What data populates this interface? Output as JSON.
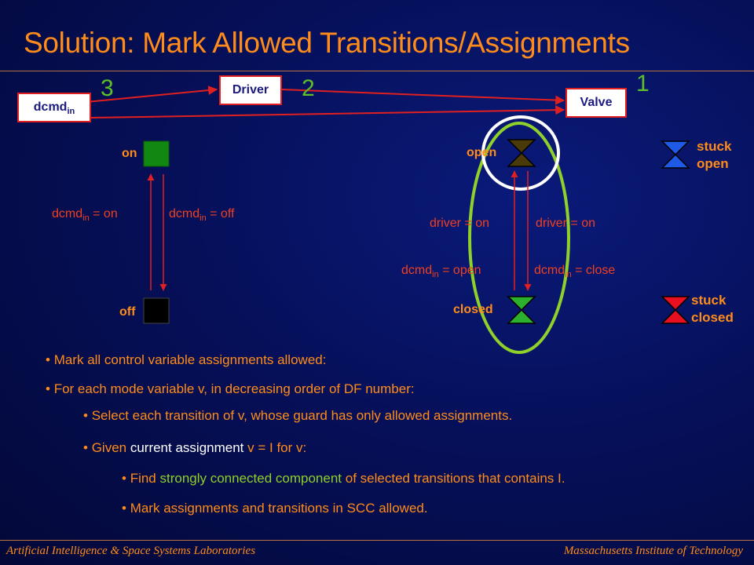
{
  "title": "Solution: Mark Allowed Transitions/Assignments",
  "architecture": {
    "dcmd": {
      "main": "dcmd",
      "sub": "in"
    },
    "driver": "Driver",
    "valve": "Valve",
    "num3": "3",
    "num2": "2",
    "num1": "1"
  },
  "driver_fsm": {
    "on": "on",
    "off": "off",
    "left_guard": {
      "pre": "dcmd",
      "sub": "in",
      "post": " = on"
    },
    "right_guard": {
      "pre": "dcmd",
      "sub": "in",
      "post": " = off"
    }
  },
  "valve_fsm": {
    "open": "open",
    "closed": "closed",
    "driver_left": "driver = on",
    "driver_right": "driver = on",
    "dcmd_left": {
      "pre": "dcmd",
      "sub": "in",
      "post": " = open"
    },
    "dcmd_right": {
      "pre": "dcmd",
      "sub": "in",
      "post": " = close"
    },
    "stuck_open": [
      "stuck",
      "open"
    ],
    "stuck_closed": [
      "stuck",
      "closed"
    ]
  },
  "bullets": {
    "b1": "Mark all control variable assignments allowed:",
    "b2": "For each mode variable v, in decreasing order of DF number:",
    "b3": "Select each transition of v, whose guard has only allowed assignments.",
    "b4_pre": "Given ",
    "b4_hl": "current assignment",
    "b4_post": " v = I for v:",
    "b5_pre": "Find ",
    "b5_hl": "strongly connected component",
    "b5_post": " of selected transitions that contains I.",
    "b6": "Mark assignments and transitions in SCC allowed."
  },
  "footer": {
    "left": "Artificial Intelligence & Space Systems Laboratories",
    "right": "Massachusetts Institute of Technology"
  },
  "colors": {
    "title": "#ff8c1a",
    "guard": "#f04020",
    "arrow": "#e02020",
    "green": "#8fd02a",
    "on_state": "#118811",
    "stuck_blue": "#1e5ae6",
    "stuck_red": "#e81020"
  }
}
